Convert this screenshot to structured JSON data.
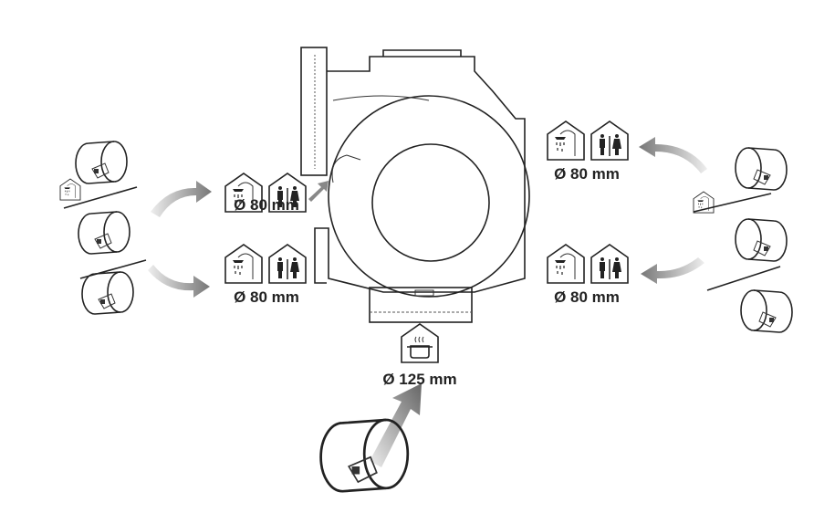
{
  "labels": {
    "left_top": "Ø 80 mm",
    "left_bottom": "Ø 80 mm",
    "right_top": "Ø 80 mm",
    "right_bottom": "Ø 80 mm",
    "bottom": "Ø 125 mm"
  },
  "icons": {
    "bathroom": "shower-house-icon",
    "toilet": "wc-house-icon",
    "kitchen": "cooking-pot-house-icon",
    "damper": "backdraft-damper-icon",
    "arrow": "airflow-arrow-icon"
  },
  "colors": {
    "line": "#222222",
    "arrow_dark": "#777777",
    "arrow_light": "#e6e6e6"
  }
}
